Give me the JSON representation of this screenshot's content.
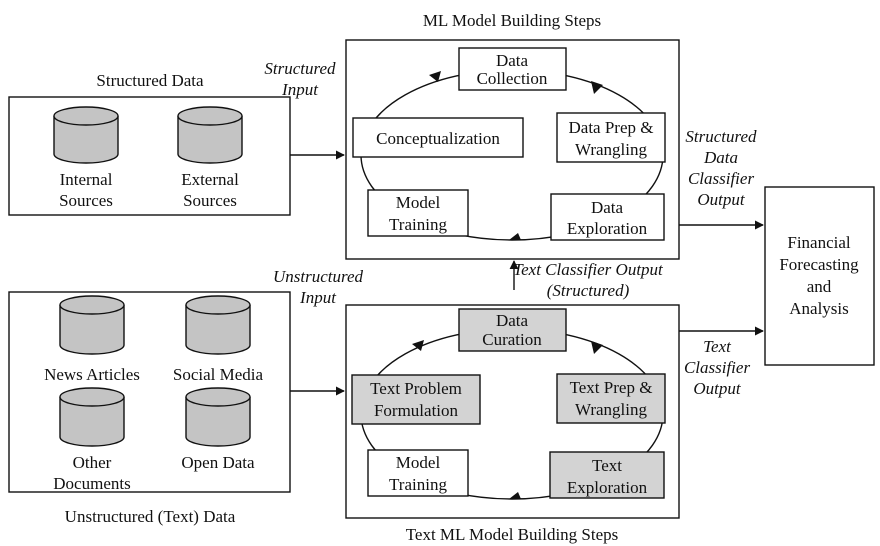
{
  "colors": {
    "line": "#111111",
    "cylinder_fill": "#c4c4c4",
    "text_step_fill": "#d3d3d3",
    "box_fill": "#ffffff"
  },
  "structured_data": {
    "title": "Structured Data",
    "sources": [
      [
        "Internal",
        "Sources"
      ],
      [
        "External",
        "Sources"
      ]
    ]
  },
  "unstructured_data": {
    "title": "Unstructured (Text) Data",
    "sources": [
      [
        "News Articles"
      ],
      [
        "Social Media"
      ],
      [
        "Other",
        "Documents"
      ],
      [
        "Open Data"
      ]
    ]
  },
  "ml_steps": {
    "title": "ML Model Building Steps",
    "steps": [
      [
        "Data",
        "Collection"
      ],
      [
        "Data Prep &",
        "Wrangling"
      ],
      [
        "Data",
        "Exploration"
      ],
      [
        "Model",
        "Training"
      ],
      [
        "Conceptualization"
      ]
    ]
  },
  "text_ml_steps": {
    "title": "Text ML Model Building Steps",
    "steps": [
      [
        "Data",
        "Curation"
      ],
      [
        "Text Prep &",
        "Wrangling"
      ],
      [
        "Text",
        "Exploration"
      ],
      [
        "Model",
        "Training"
      ],
      [
        "Text Problem",
        "Formulation"
      ]
    ]
  },
  "labels": {
    "structured_input": [
      "Structured",
      "Input"
    ],
    "unstructured_input": [
      "Unstructured",
      "Input"
    ],
    "structured_classifier_output": [
      "Structured",
      "Data",
      "Classifier",
      "Output"
    ],
    "text_classifier_output_structured": [
      "Text Classifier Output",
      "(Structured)"
    ],
    "text_classifier_output": [
      "Text",
      "Classifier",
      "Output"
    ]
  },
  "financial": {
    "lines": [
      "Financial",
      "Forecasting",
      "and",
      "Analysis"
    ]
  }
}
